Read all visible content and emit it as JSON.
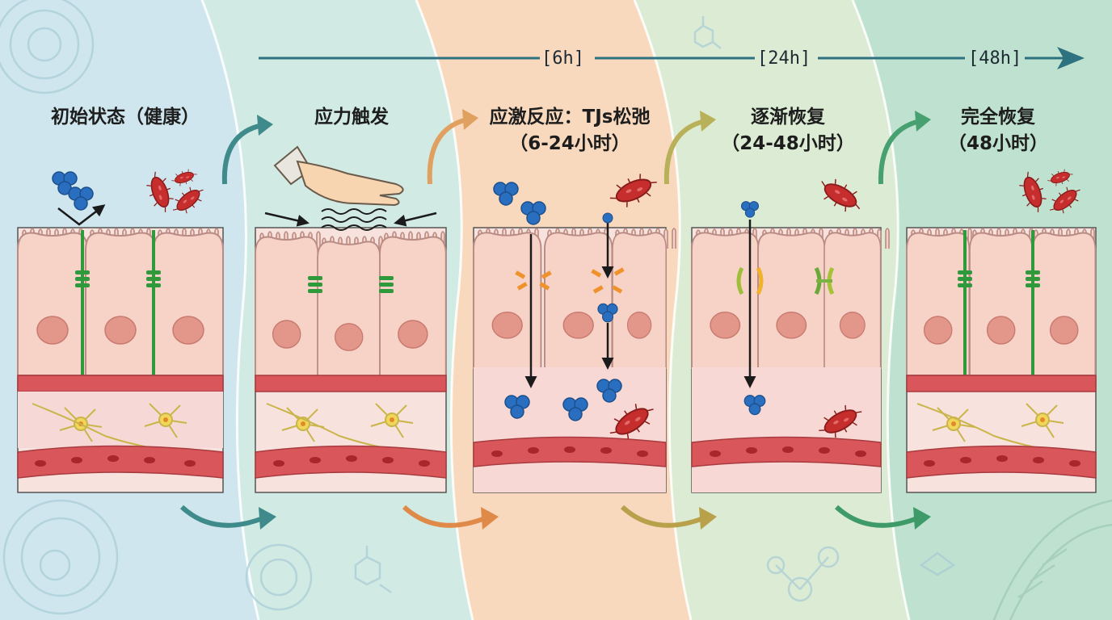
{
  "figure": {
    "subject": "Tight junction (TJs) stress response and recovery timeline",
    "colors": {
      "panel_1": "#cfe6ee",
      "panel_2": "#d1ebe4",
      "panel_3": "#f8d9bd",
      "panel_4": "#dcecd4",
      "panel_5": "#bfe1cf",
      "tight_junction_intact": "#2e9a3c",
      "tight_junction_relaxed": "#f0922b",
      "bacteria": "#c62d2d",
      "molecule": "#2a6fbf",
      "cell_body": "#f6d3c6",
      "nucleus": "#e2978a",
      "blood_vessel": "#d9565a"
    }
  },
  "timeline": {
    "markers": [
      "[6h]",
      "[24h]",
      "[48h]"
    ]
  },
  "panels": [
    {
      "title": "初始状态（健康）",
      "subtitle": "",
      "state": "healthy"
    },
    {
      "title": "应力触发",
      "subtitle": "",
      "state": "stress-trigger"
    },
    {
      "title": "应激反应：TJs松弛",
      "subtitle": "（6-24小时）",
      "state": "relaxed"
    },
    {
      "title": "逐渐恢复",
      "subtitle": "（24-48小时）",
      "state": "recovering"
    },
    {
      "title": "完全恢复",
      "subtitle": "（48小时）",
      "state": "recovered"
    }
  ]
}
